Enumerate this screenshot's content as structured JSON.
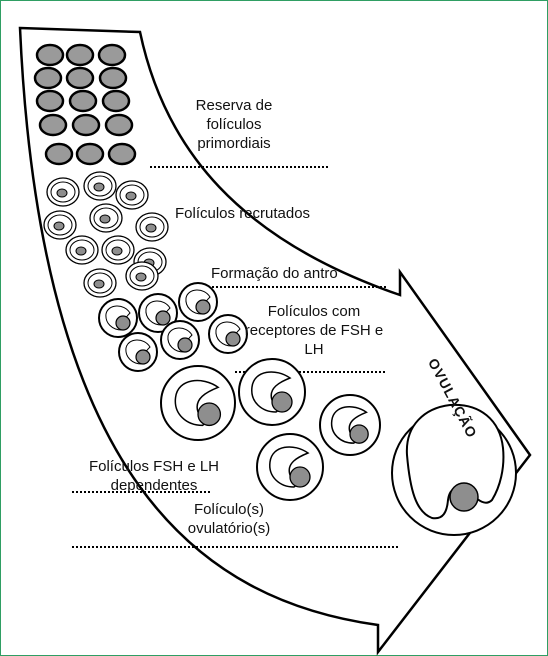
{
  "labels": {
    "reserva": "Reserva de folículos primordiais",
    "recrutados": "Folículos recrutados",
    "antro": "Formação do antro",
    "receptores": "Folículos com receptores de FSH e LH",
    "dependentes": "Folículos FSH e LH dependentes",
    "ovulatorios": "Folículo(s) ovulatório(s)",
    "ovulacao": "OVULAÇÃO"
  },
  "colors": {
    "frame": "#2f9e63",
    "primordial_fill": "#9a9a9a",
    "nucleus_fill": "#8e8e8e",
    "line": "#000000"
  }
}
